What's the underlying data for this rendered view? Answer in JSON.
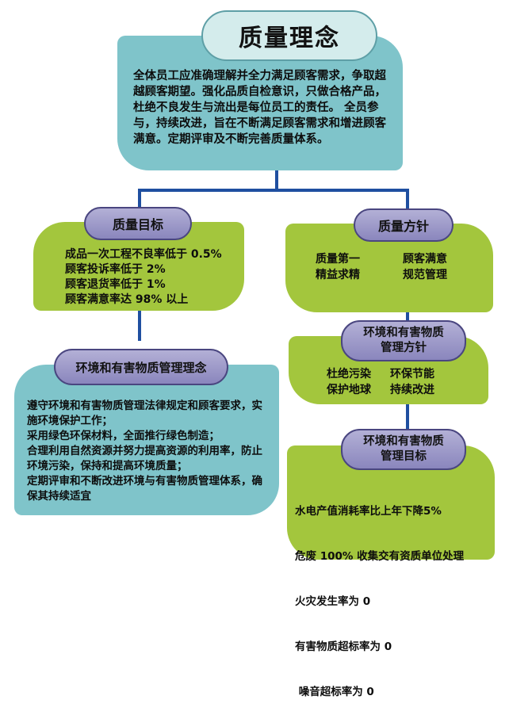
{
  "title": "质量理念",
  "intro": "全体员工应准确理解并全力满足顾客需求，争取超越顾客期望。强化品质自检意识，只做合格产品，杜绝不良发生与流出是每位员工的责任。 全员参与，持续改进，旨在不断满足顾客需求和增进顾客满意。定期评审及不断完善质量体系。",
  "quality_goals": {
    "label": "质量目标",
    "items": [
      "成品一次工程不良率低于 0.5%",
      "顾客投诉率低于 2%",
      "顾客退货率低于 1%",
      "顾客满意率达 98% 以上"
    ]
  },
  "quality_policy": {
    "label": "质量方针",
    "items": [
      "质量第一",
      "顾客满意",
      "精益求精",
      "规范管理"
    ]
  },
  "env_philosophy": {
    "label": "环境和有害物质管理理念",
    "items": [
      "遵守环境和有害物质管理法律规定和顾客要求，实施环境保护工作；",
      "采用绿色环保材料，全面推行绿色制造；",
      "合理利用自然资源并努力提高资源的利用率，防止环境污染，保持和提高环境质量；",
      "定期评审和不断改进环境与有害物质管理体系，确保其持续适宜"
    ]
  },
  "env_policy": {
    "label_line1": "环境和有害物质",
    "label_line2": "管理方针",
    "items": [
      "杜绝污染",
      "环保节能",
      "保护地球",
      "持续改进"
    ]
  },
  "env_goals": {
    "label_line1": "环境和有害物质",
    "label_line2": "管理目标",
    "items": [
      "水电产值消耗率比上年下降5%",
      "危废 100% 收集交有资质单位处理",
      "火灾发生率为 0",
      "有害物质超标率为 0",
      " 噪音超标率为 0"
    ]
  },
  "colors": {
    "teal_box": "#7fc4ca",
    "green_box": "#a3c63d",
    "pill_purple": "#9d99c9",
    "connector": "#1f4fa0"
  }
}
